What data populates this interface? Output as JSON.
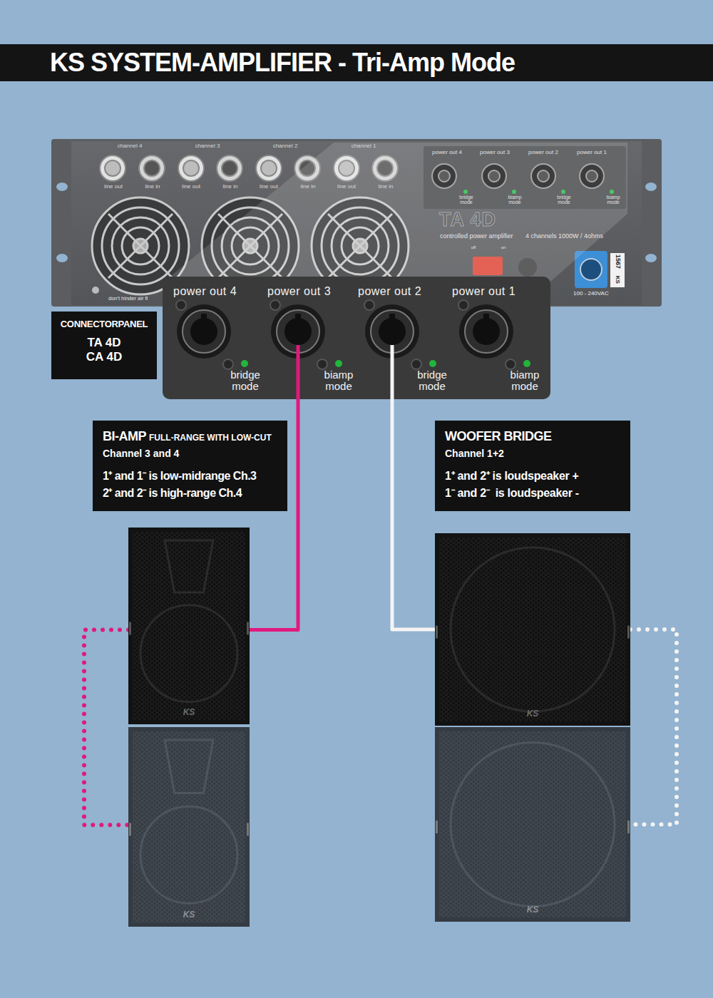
{
  "diagram": {
    "title": "KS SYSTEM-AMPLIFIER - Tri-Amp Mode",
    "nodes": [
      {
        "text": [
          "CONNECTORPANEL",
          "TA 4D",
          "CA 4D"
        ]
      },
      {
        "text": [
          "power out 4",
          "bridge mode",
          "power out 3",
          "biamp mode",
          "power out 2",
          "bridge mode",
          "power out 1",
          "biamp mode"
        ]
      },
      {
        "text": [
          "BI-AMP",
          "FULL-RANGE WITH LOW-CUT",
          "Channel 3 and 4",
          "1⁺ and 1⁻ is low-midrange Ch.3",
          "2⁺ and 2⁻ is high-range Ch.4"
        ]
      },
      {
        "text": [
          "WOOFER BRIDGE",
          "Channel 1+2",
          "1⁺ and 2⁺ is loudspeaker +",
          "1⁻ and 2⁻  is loudspeaker -"
        ]
      },
      {
        "text": [
          "KS"
        ]
      },
      {
        "text": [
          "KS"
        ]
      },
      {
        "text": [
          "KS"
        ]
      },
      {
        "text": [
          "KS"
        ]
      }
    ],
    "edges": [
      {
        "from": 1,
        "to": 4,
        "arrow": "none"
      },
      {
        "from": 1,
        "to": 6,
        "arrow": "none"
      },
      {
        "from": 4,
        "to": 5,
        "arrow": "none"
      },
      {
        "from": 6,
        "to": 7,
        "arrow": "none"
      }
    ],
    "labels": [
      "channel 4",
      "channel 3",
      "channel 2",
      "channel 1",
      "line out",
      "line in",
      "line out",
      "line in",
      "line out",
      "line in",
      "line out",
      "line in",
      "power out 4",
      "power out 3",
      "power out 2",
      "power out 1",
      "bridge mode",
      "biamp mode",
      "bridge mode",
      "biamp mode",
      "TA 4D",
      "controlled power amplifier",
      "4 channels  1000W / 4ohms",
      "off",
      "on",
      "don't hinder air fl",
      "100 - 240VAC",
      "1567",
      "KS"
    ]
  }
}
